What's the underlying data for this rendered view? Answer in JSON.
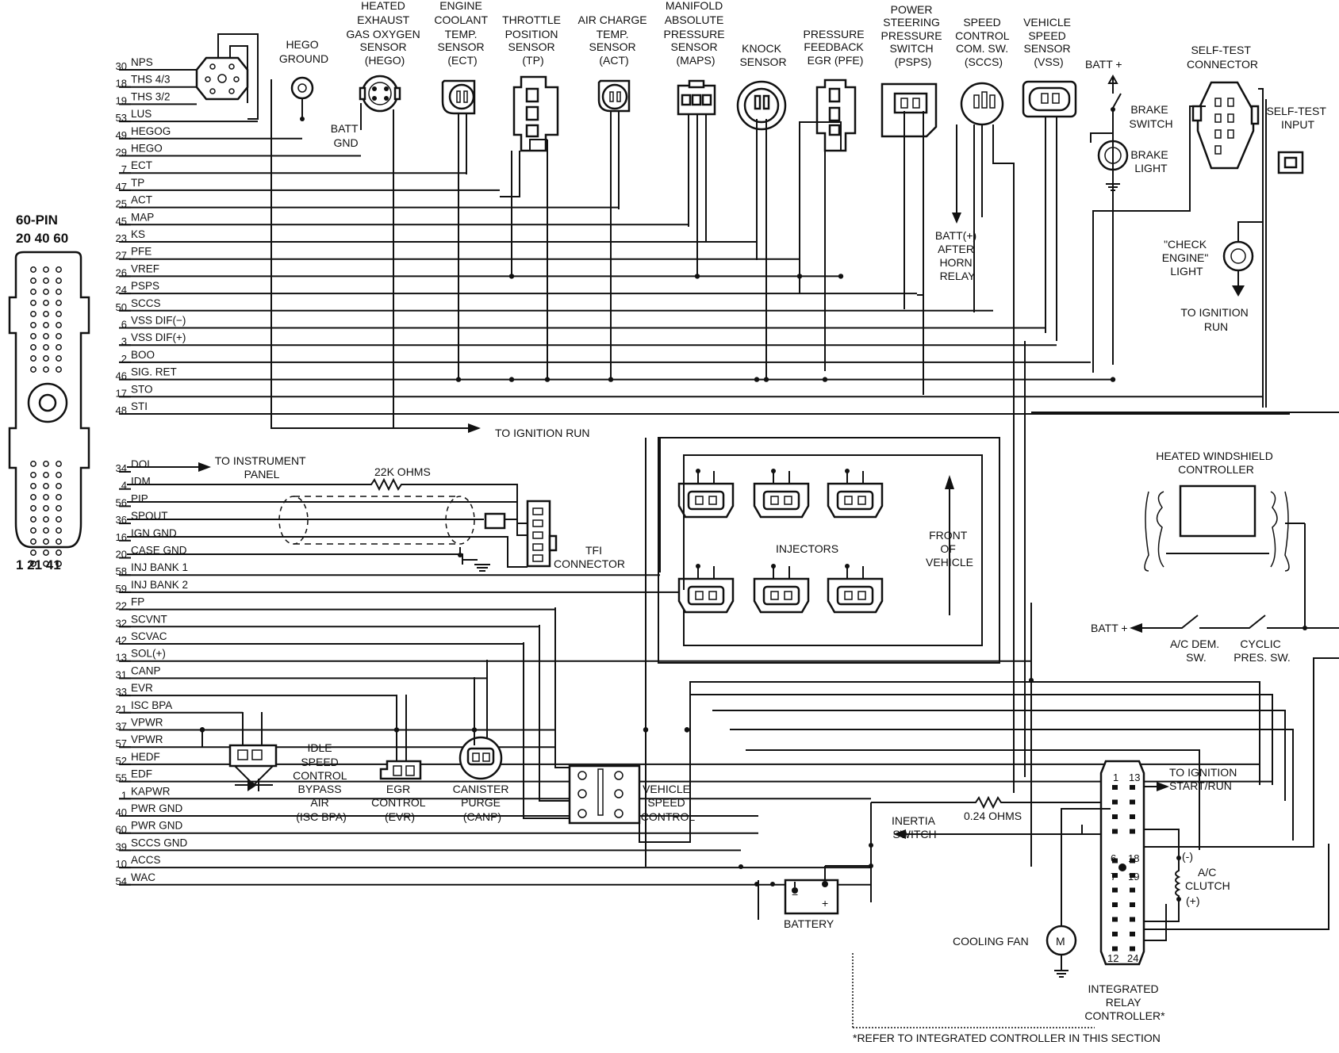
{
  "connector": {
    "title": "60-PIN",
    "top_pins": "20 40 60",
    "bottom_pins": "1 21 41"
  },
  "pins": [
    {
      "num": "30",
      "name": "NPS"
    },
    {
      "num": "18",
      "name": "THS 4/3"
    },
    {
      "num": "19",
      "name": "THS 3/2"
    },
    {
      "num": "53",
      "name": "LUS"
    },
    {
      "num": "49",
      "name": "HEGOG"
    },
    {
      "num": "29",
      "name": "HEGO"
    },
    {
      "num": "7",
      "name": "ECT"
    },
    {
      "num": "47",
      "name": "TP"
    },
    {
      "num": "25",
      "name": "ACT"
    },
    {
      "num": "45",
      "name": "MAP"
    },
    {
      "num": "23",
      "name": "KS"
    },
    {
      "num": "27",
      "name": "PFE"
    },
    {
      "num": "26",
      "name": "VREF"
    },
    {
      "num": "24",
      "name": "PSPS"
    },
    {
      "num": "50",
      "name": "SCCS"
    },
    {
      "num": "6",
      "name": "VSS DIF(−)"
    },
    {
      "num": "3",
      "name": "VSS DIF(+)"
    },
    {
      "num": "2",
      "name": "BOO"
    },
    {
      "num": "46",
      "name": "SIG. RET"
    },
    {
      "num": "17",
      "name": "STO"
    },
    {
      "num": "48",
      "name": "STI"
    },
    {
      "num": "34",
      "name": "DOL"
    },
    {
      "num": "4",
      "name": "IDM"
    },
    {
      "num": "56",
      "name": "PIP"
    },
    {
      "num": "36",
      "name": "SPOUT"
    },
    {
      "num": "16",
      "name": "IGN GND"
    },
    {
      "num": "20",
      "name": "CASE GND"
    },
    {
      "num": "58",
      "name": "INJ BANK 1"
    },
    {
      "num": "59",
      "name": "INJ BANK 2"
    },
    {
      "num": "22",
      "name": "FP"
    },
    {
      "num": "32",
      "name": "SCVNT"
    },
    {
      "num": "42",
      "name": "SCVAC"
    },
    {
      "num": "13",
      "name": "SOL(+)"
    },
    {
      "num": "31",
      "name": "CANP"
    },
    {
      "num": "33",
      "name": "EVR"
    },
    {
      "num": "21",
      "name": "ISC BPA"
    },
    {
      "num": "37",
      "name": "VPWR"
    },
    {
      "num": "57",
      "name": "VPWR"
    },
    {
      "num": "52",
      "name": "HEDF"
    },
    {
      "num": "55",
      "name": "EDF"
    },
    {
      "num": "1",
      "name": "KAPWR"
    },
    {
      "num": "40",
      "name": "PWR GND"
    },
    {
      "num": "60",
      "name": "PWR GND"
    },
    {
      "num": "39",
      "name": "SCCS GND"
    },
    {
      "num": "10",
      "name": "ACCS"
    },
    {
      "num": "54",
      "name": "WAC"
    }
  ],
  "sensors": {
    "hego_ground": [
      "HEGO",
      "GROUND"
    ],
    "hego": [
      "HEATED",
      "EXHAUST",
      "GAS OXYGEN",
      "SENSOR",
      "(HEGO)"
    ],
    "batt_gnd": [
      "BATT",
      "GND"
    ],
    "ect": [
      "ENGINE",
      "COOLANT",
      "TEMP.",
      "SENSOR",
      "(ECT)"
    ],
    "tp": [
      "THROTTLE",
      "POSITION",
      "SENSOR",
      "(TP)"
    ],
    "act": [
      "AIR CHARGE",
      "TEMP.",
      "SENSOR",
      "(ACT)"
    ],
    "maps": [
      "MANIFOLD",
      "ABSOLUTE",
      "PRESSURE",
      "SENSOR",
      "(MAPS)"
    ],
    "knock": [
      "KNOCK",
      "SENSOR"
    ],
    "pfe": [
      "PRESSURE",
      "FEEDBACK",
      "EGR (PFE)"
    ],
    "psps": [
      "POWER",
      "STEERING",
      "PRESSURE",
      "SWITCH",
      "(PSPS)"
    ],
    "sccs": [
      "SPEED",
      "CONTROL",
      "COM. SW.",
      "(SCCS)"
    ],
    "vss": [
      "VEHICLE",
      "SPEED",
      "SENSOR",
      "(VSS)"
    ],
    "batt_plus": "BATT +",
    "brake_switch": [
      "BRAKE",
      "SWITCH"
    ],
    "brake_light": [
      "BRAKE",
      "LIGHT"
    ],
    "batt_after_horn": [
      "BATT(+)",
      "AFTER",
      "HORN",
      "RELAY"
    ],
    "self_test_connector": [
      "SELF-TEST",
      "CONNECTOR"
    ],
    "self_test_input": [
      "SELF-TEST",
      "INPUT"
    ],
    "check_engine": [
      "\"CHECK",
      "ENGINE\"",
      "LIGHT"
    ],
    "to_ignition_run_right": [
      "TO IGNITION",
      "RUN"
    ]
  },
  "middle": {
    "to_ignition_run": "TO IGNITION RUN",
    "to_instrument_panel": [
      "TO INSTRUMENT",
      "PANEL"
    ],
    "resistor_22k": "22K OHMS",
    "tfi_connector": [
      "TFI",
      "CONNECTOR"
    ],
    "injectors": "INJECTORS",
    "front_of_vehicle": [
      "FRONT",
      "OF",
      "VEHICLE"
    ],
    "heated_windshield": [
      "HEATED WINDSHIELD",
      "CONTROLLER"
    ],
    "batt_plus_ac": "BATT +",
    "ac_dem_sw": [
      "A/C DEM.",
      "SW."
    ],
    "cyclic_pres_sw": [
      "CYCLIC",
      "PRES. SW."
    ]
  },
  "bottom": {
    "isc_bpa": [
      "IDLE",
      "SPEED",
      "CONTROL",
      "BYPASS",
      "AIR",
      "(ISC BPA)"
    ],
    "evr": [
      "EGR",
      "CONTROL",
      "(EVR)"
    ],
    "canp": [
      "CANISTER",
      "PURGE",
      "(CANP)"
    ],
    "vehicle_speed_control": [
      "VEHICLE",
      "SPEED",
      "CONTROL"
    ],
    "battery": "BATTERY",
    "battery_minus": "−",
    "battery_plus": "+",
    "resistor_024": "0.24 OHMS",
    "inertia_switch": [
      "INERTIA",
      "SWITCH"
    ],
    "to_ignition_start_run": [
      "TO IGNITION",
      "START/RUN"
    ],
    "ac_clutch": [
      "A/C",
      "CLUTCH"
    ],
    "ac_minus": "(-)",
    "ac_plus": "(+)",
    "cooling_fan": "COOLING FAN",
    "motor": "M",
    "relay_controller": [
      "INTEGRATED",
      "RELAY",
      "CONTROLLER*"
    ],
    "relay_pins": [
      "1",
      "13",
      "6",
      "18",
      "7",
      "19",
      "12",
      "24"
    ],
    "footnote": "*REFER TO INTEGRATED CONTROLLER IN THIS SECTION"
  }
}
